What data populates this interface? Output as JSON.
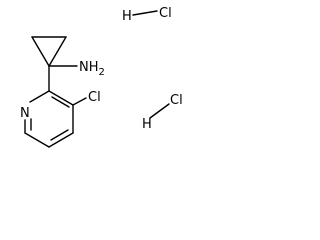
{
  "molecule": {
    "labels": {
      "amine": "NH2",
      "ring_chlorine": "Cl",
      "ring_nitrogen": "N",
      "hcl_1_h": "H",
      "hcl_1_cl": "Cl",
      "hcl_2_h": "H",
      "hcl_2_cl": "Cl"
    },
    "colors": {
      "ink": "#000000",
      "background": "#ffffff"
    }
  }
}
